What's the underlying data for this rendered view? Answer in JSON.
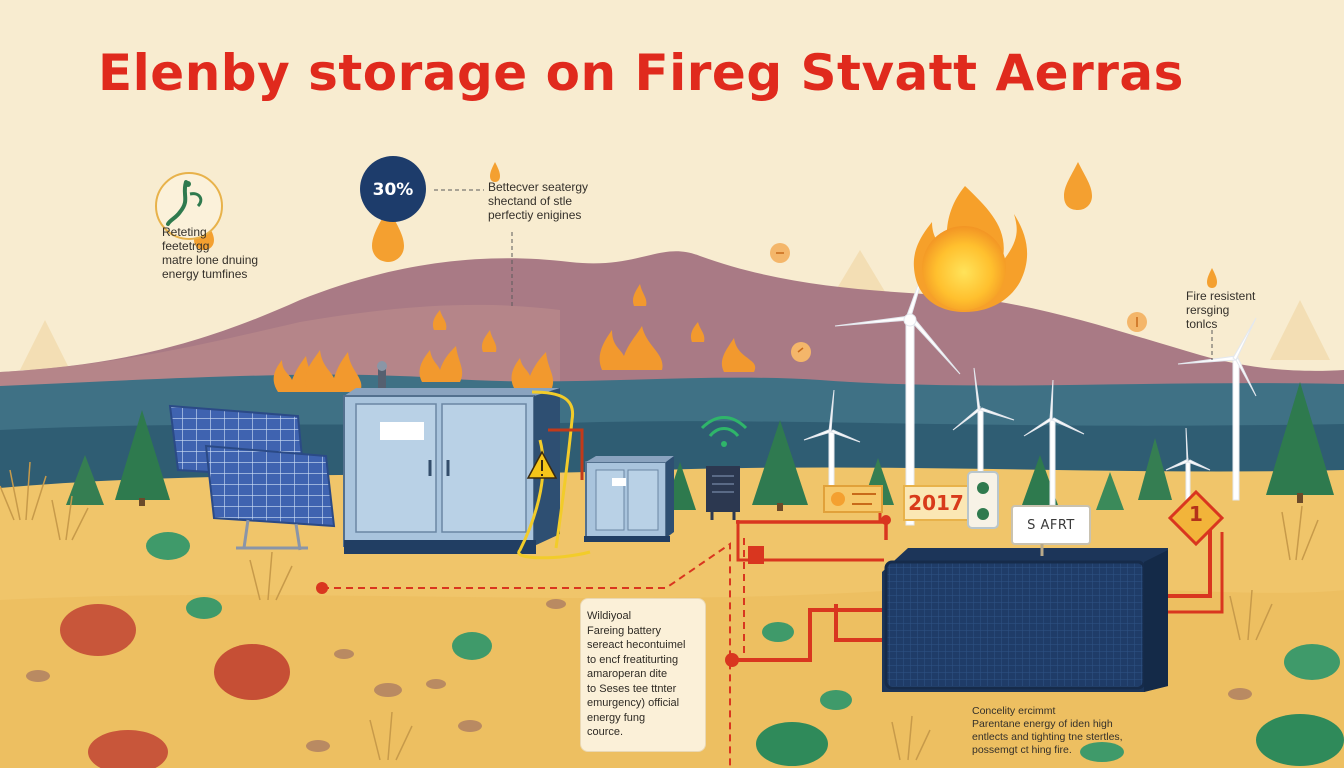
{
  "title": "Elenby storage on Fireg Stvatt Aerras",
  "badge": {
    "value": "30%"
  },
  "notes": {
    "top_left": "Reteting\nfeetetrgg\nmatre lone dnuing\nenergy tumfines",
    "top_center": "Bettecver seatergy\nshectand of stle\nperfectiy enigines",
    "right": "Fire resistent\nrersging\ntonlcs",
    "bottom_right": "Concelity ercimmt\nParentane energy of iden high\nentlects and tighting tne stertles,\npossemgt ct hing fire."
  },
  "card": {
    "text": "Wildiyoal\nFareing battery\nsereact hecontuimel\nto encf freatiturting\namaroperan dite\nto Seses tee ttnter\nemurgency) official\nenergy fung\ncource."
  },
  "signs": {
    "year": "2017",
    "safe": "S AFRT",
    "warning": "1"
  },
  "colors": {
    "title_red": "#e02a1d",
    "sky": "#f8ecd0",
    "mountain": "#a97a85",
    "forest": "#3f7185",
    "grass": "#f0c56a",
    "battery_navy": "#1e3a66",
    "cable_red": "#d9361f",
    "fire_orange": "#f2992e",
    "badge_navy": "#1d3c6b"
  },
  "icons": {
    "top_left_badge": "leaf-ring-icon",
    "flames": "flame-icon",
    "signal": "wifi-icon",
    "hazard": "warning-sign-icon"
  }
}
